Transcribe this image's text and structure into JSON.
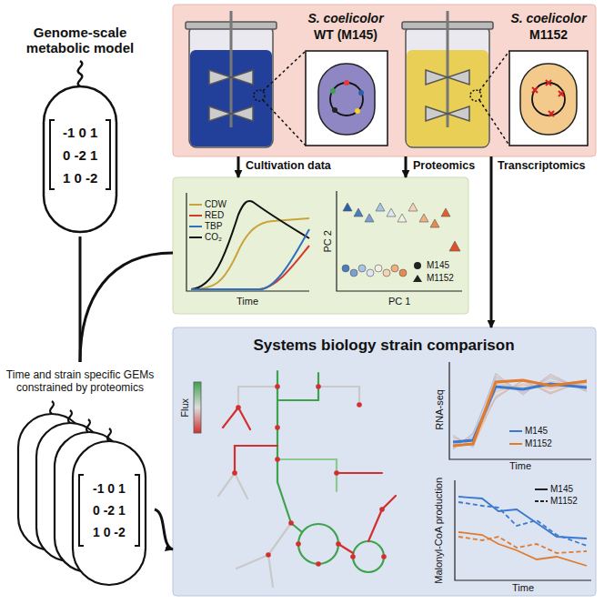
{
  "diagram": {
    "nodes": [
      {
        "text": [
          "Genome-scale metabolic model"
        ]
      },
      {
        "text": [
          "S. coelicolor",
          "WT (M145)"
        ]
      },
      {
        "text": [
          "S. coelicolor",
          "M1152"
        ]
      },
      {
        "text": [
          "Time",
          "PC 2",
          "PC 1"
        ]
      },
      {
        "text": [
          "Time and strain specific GEMs constrained by proteomics"
        ]
      },
      {
        "text": [
          "Systems biology strain comparison"
        ]
      }
    ],
    "edges": [
      {
        "from": 0,
        "to": 4,
        "arrow": "none"
      },
      {
        "from": 3,
        "to": 4,
        "arrow": "none"
      },
      {
        "from": 1,
        "to": 3,
        "label": "Cultivation data",
        "arrow": "to"
      },
      {
        "from": 2,
        "to": 3,
        "label": "Proteomics",
        "arrow": "to"
      },
      {
        "from": 2,
        "to": 5,
        "label": "Transcriptomics",
        "arrow": "to"
      },
      {
        "from": 4,
        "to": 5,
        "arrow": "to"
      }
    ],
    "labels": [
      "-1 0 1",
      "0 -2 1",
      "1 0 -2",
      "-1 0 1",
      "0 -2 1",
      "1 0 -2",
      "Flux",
      "RNA-seq",
      "Time",
      "Malonyl-CoA production",
      "Time"
    ],
    "legend": [
      {
        "text": "CDW"
      },
      {
        "text": "RED"
      },
      {
        "text": "TBP"
      },
      {
        "text": "CO₂"
      },
      {
        "text": "M145"
      },
      {
        "text": "M1152"
      },
      {
        "text": "M145"
      },
      {
        "text": "M1152"
      },
      {
        "text": "M145"
      },
      {
        "text": "M1152"
      }
    ]
  }
}
